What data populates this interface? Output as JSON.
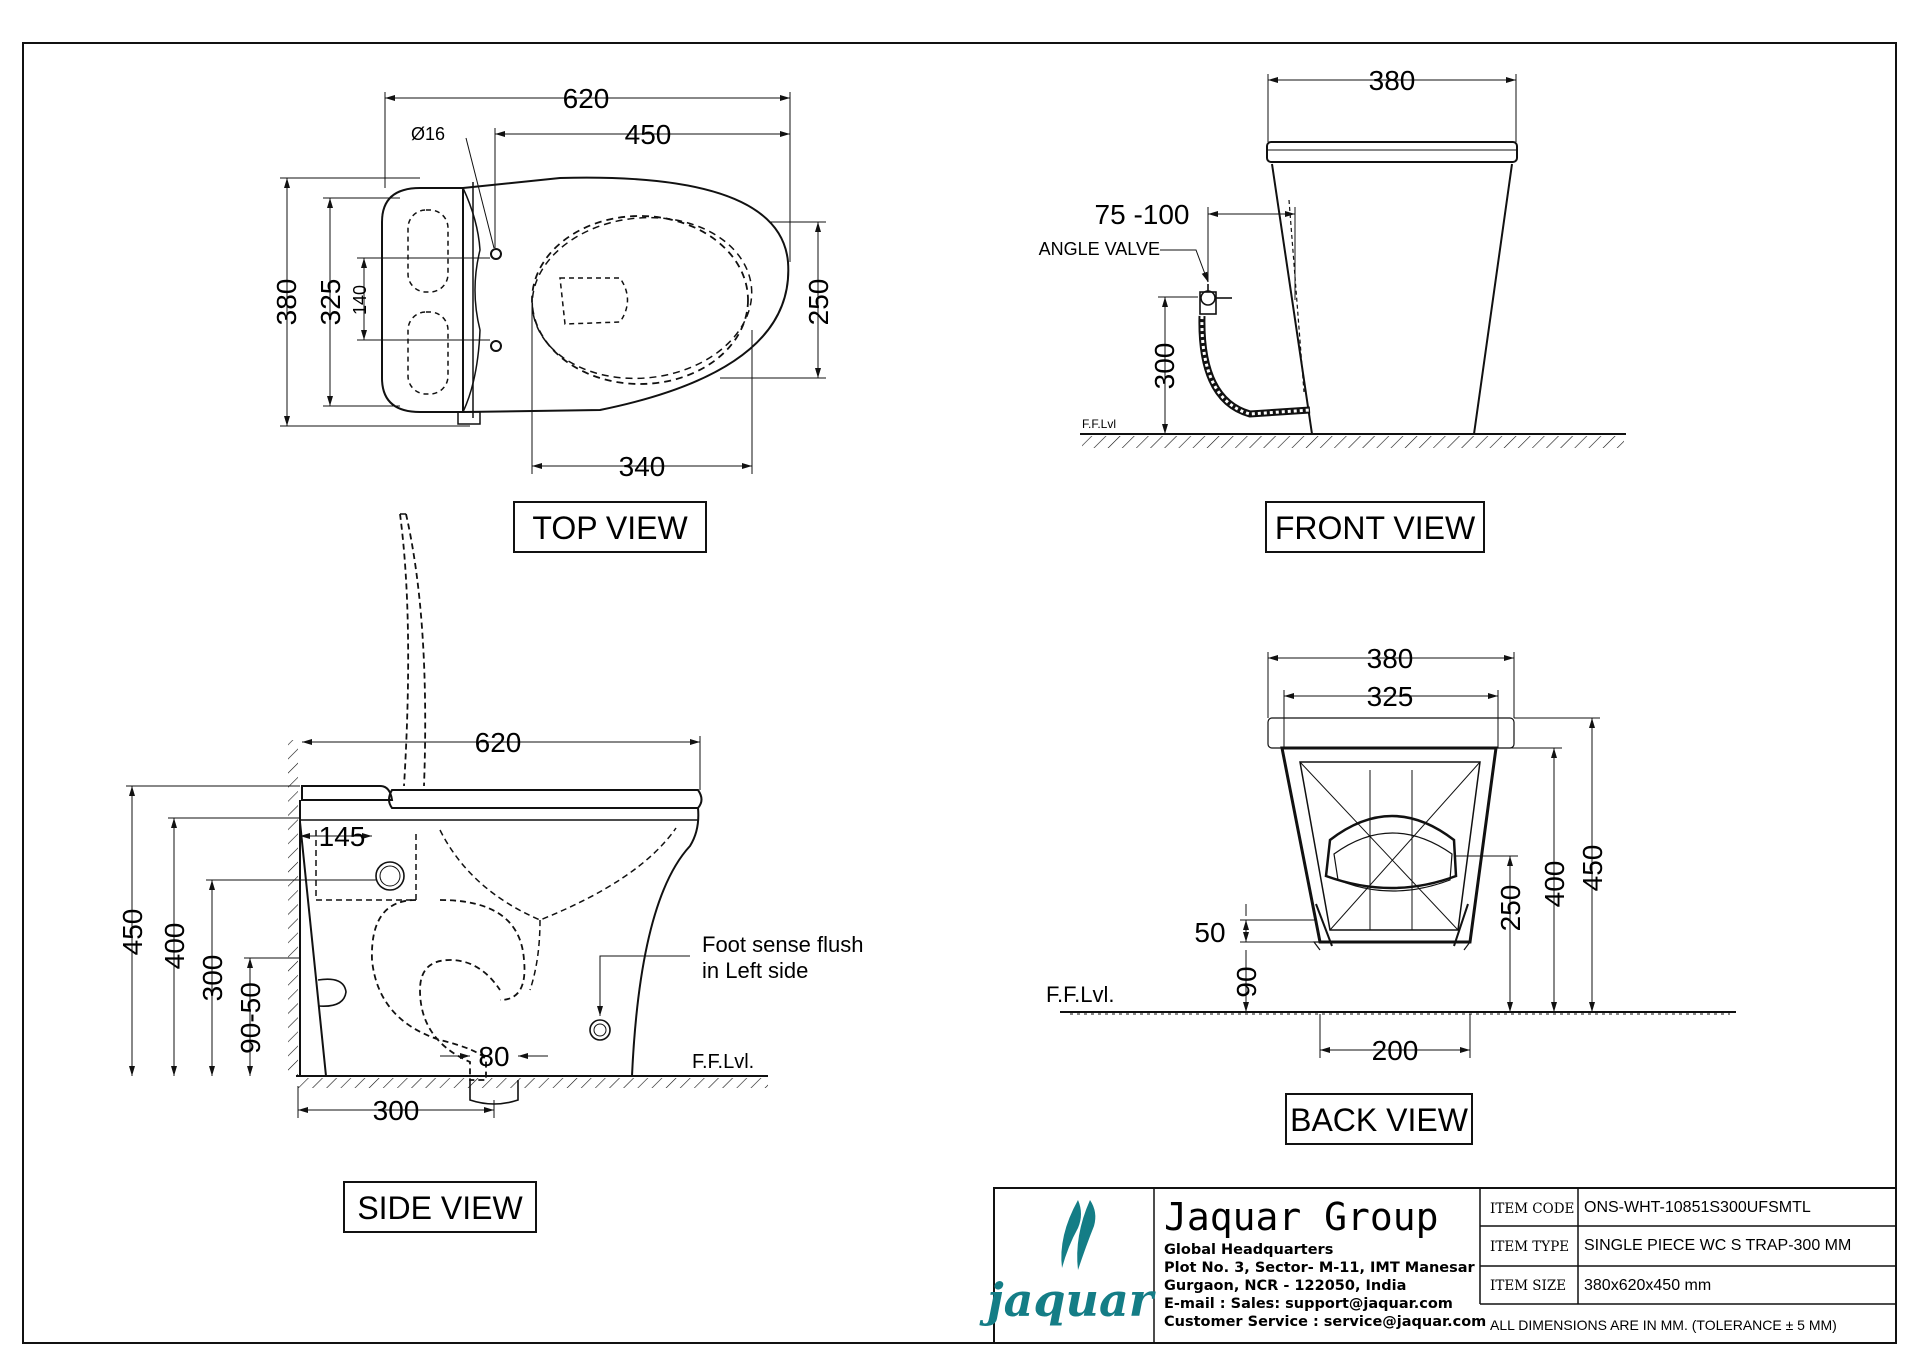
{
  "top_view": {
    "label": "TOP VIEW",
    "dims": {
      "overall_length": "620",
      "pan_length": "450",
      "hole_dia": "Ø16",
      "overall_width": "380",
      "tank_width": "325",
      "hole_spacing": "140",
      "bowl_width": "250",
      "bowl_length": "340"
    }
  },
  "front_view": {
    "label": "FRONT VIEW",
    "dims": {
      "width": "380",
      "valve_offset": "75 -100",
      "valve_height": "300"
    },
    "callouts": {
      "angle_valve": "ANGLE VALVE",
      "floor": "F.F.Lvl"
    }
  },
  "side_view": {
    "label": "SIDE VIEW",
    "dims": {
      "length": "620",
      "h_total": "450",
      "h_rim": "400",
      "h_mid": "300",
      "h_low": "90-50",
      "inlet": "145",
      "outlet_dia": "80",
      "trap_distance": "300"
    },
    "callouts": {
      "sensor_line1": "Foot sense flush",
      "sensor_line2": "in Left side",
      "floor": "F.F.Lvl."
    }
  },
  "back_view": {
    "label": "BACK VIEW",
    "dims": {
      "width_outer": "380",
      "width_inner": "325",
      "h_total": "450",
      "h_rim": "400",
      "h_outlet": "250",
      "gap_50": "50",
      "h_90": "90",
      "base": "200"
    },
    "callouts": {
      "floor": "F.F.Lvl."
    }
  },
  "title_block": {
    "brand": "jaquar",
    "company": "Jaquar Group",
    "address_lines": [
      "Global Headquarters",
      "Plot No. 3, Sector- M-11, IMT Manesar",
      "Gurgaon, NCR - 122050, India",
      "E-mail : Sales: support@jaquar.com",
      "Customer Service : service@jaquar.com"
    ],
    "rows": [
      {
        "key": "ITEM CODE",
        "value": "ONS-WHT-10851S300UFSMTL"
      },
      {
        "key": "ITEM TYPE",
        "value": "SINGLE PIECE WC S TRAP-300 MM"
      },
      {
        "key": "ITEM SIZE",
        "value": "380x620x450 mm"
      }
    ],
    "note": "ALL DIMENSIONS ARE IN MM. (TOLERANCE ± 5 MM)"
  },
  "colors": {
    "line": "#111111",
    "brand": "#147d86"
  }
}
